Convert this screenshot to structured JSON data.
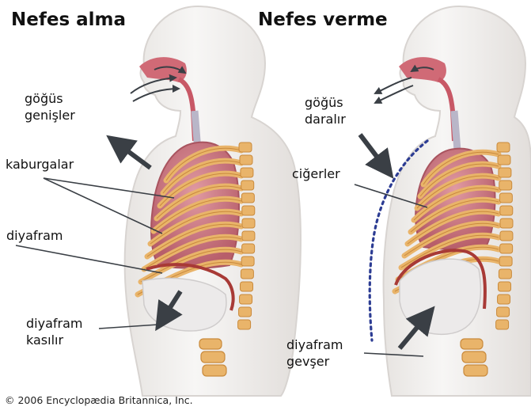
{
  "left_panel": {
    "title": "Nefes alma",
    "labels": {
      "chest": [
        "göğüs",
        "genişler"
      ],
      "ribs": "kaburgalar",
      "diaphragm": "diyafram",
      "diaphragm_action": [
        "diyafram",
        "kasılır"
      ]
    }
  },
  "right_panel": {
    "title": "Nefes verme",
    "labels": {
      "chest": [
        "göğüs",
        "daralır"
      ],
      "lungs": "ciğerler",
      "diaphragm_action": [
        "diyafram",
        "gevşer"
      ]
    }
  },
  "copyright": "© 2006 Encyclopædia Britannica, Inc.",
  "colors": {
    "body_fill": "#f1efed",
    "body_outline": "#d8d4d1",
    "lung": "#c9727d",
    "airway": "#c85866",
    "rib": "#e9b46a",
    "rib_dark": "#c98a3c",
    "diaphragm_line": "#a83a36",
    "arrow": "#3a3f45",
    "dotted_outline": "#2c3c93"
  },
  "icons": [
    "arrow-expand-icon",
    "arrow-contract-icon",
    "air-in-arrows-icon",
    "air-out-arrows-icon"
  ]
}
